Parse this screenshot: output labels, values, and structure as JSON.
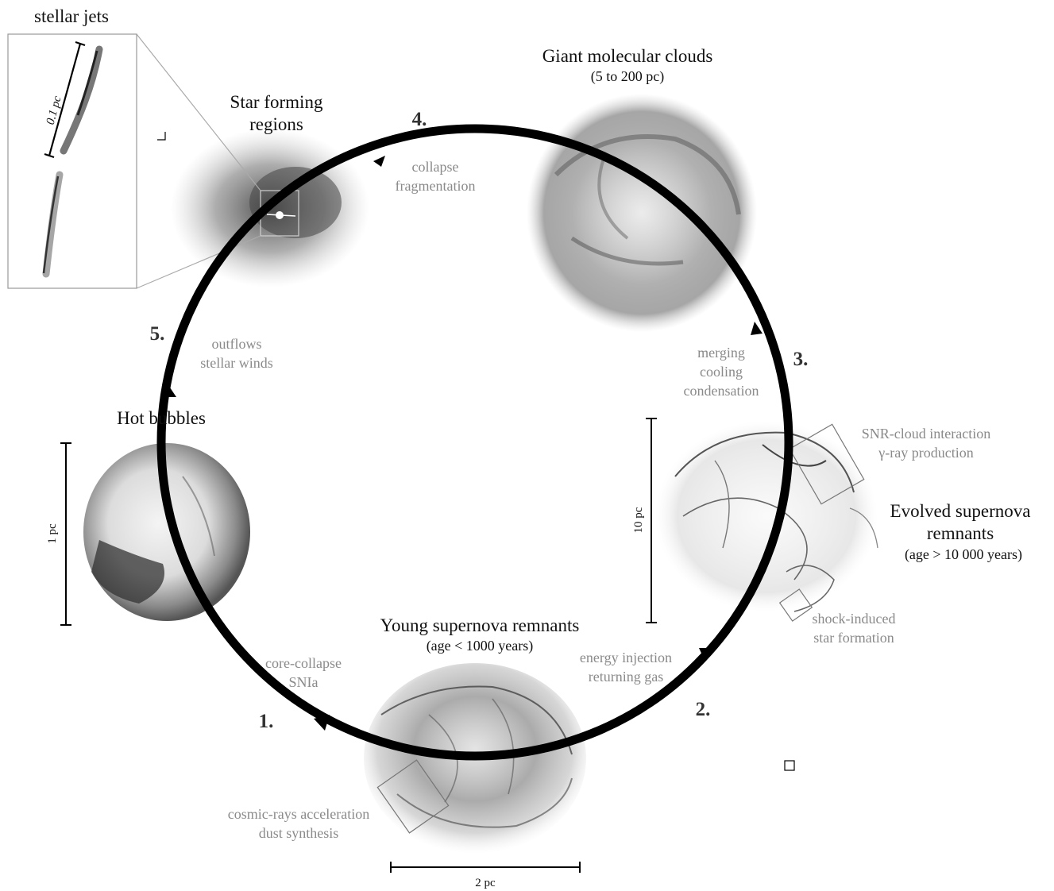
{
  "panels": {
    "stellar_jets": {
      "title": "stellar jets",
      "scale_label": "0.1 pc"
    },
    "star_forming": {
      "title_line1": "Star forming",
      "title_line2": "regions"
    },
    "giant_clouds": {
      "title": "Giant molecular clouds",
      "subtitle": "(5 to 200 pc)"
    },
    "hot_bubbles": {
      "title": "Hot bubbles",
      "scale_label": "1 pc"
    },
    "evolved_snr": {
      "title_line1": "Evolved supernova",
      "title_line2": "remnants",
      "subtitle": "(age > 10 000 years)",
      "scale_label": "10 pc"
    },
    "young_snr": {
      "title": "Young supernova remnants",
      "subtitle": "(age < 1000 years)",
      "scale_label": "2 pc"
    }
  },
  "steps": [
    {
      "number": "1.",
      "notes": [
        "core-collapse",
        "SNIa"
      ]
    },
    {
      "number": "2.",
      "notes": [
        "energy injection",
        "returning gas"
      ]
    },
    {
      "number": "3.",
      "notes": [
        "merging",
        "cooling",
        "condensation"
      ]
    },
    {
      "number": "4.",
      "notes": [
        "collapse",
        "fragmentation"
      ]
    },
    {
      "number": "5.",
      "notes": [
        "outflows",
        "stellar winds"
      ]
    }
  ],
  "callouts": {
    "snr_cloud": [
      "SNR-cloud interaction",
      "γ-ray production"
    ],
    "shock_induced": [
      "shock-induced",
      "star formation"
    ],
    "cosmic_rays": [
      "cosmic-rays acceleration",
      "dust synthesis"
    ]
  },
  "colors": {
    "cycle_ring": "#000000",
    "note_text": "#8a8a8a",
    "step_text": "#333333"
  }
}
